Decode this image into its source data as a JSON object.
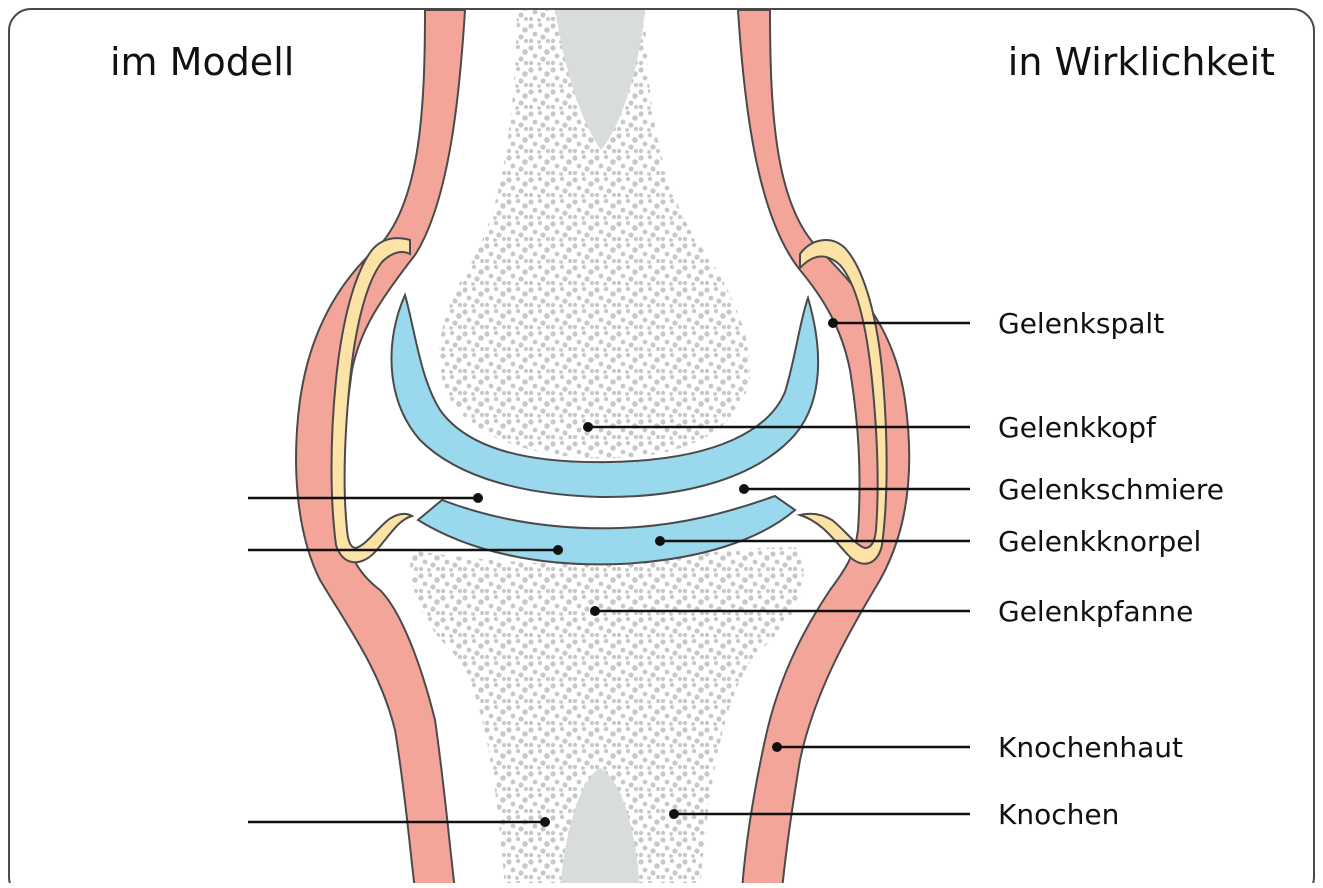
{
  "headings": {
    "model": "im Modell",
    "reality": "in Wirklichkeit"
  },
  "labels": {
    "gelenkspalt": "Gelenkspalt",
    "gelenkkopf": "Gelenkkopf",
    "gelenkschmiere": "Gelenkschmiere",
    "gelenkknorpel": "Gelenkknorpel",
    "gelenkpfanne": "Gelenkpfanne",
    "knochenhaut": "Knochenhaut",
    "knochen": "Knochen"
  },
  "colors": {
    "periosteum": "#f4a59a",
    "synovial_membrane": "#fde2a6",
    "cartilage": "#9ad8ee",
    "spongy_bone_dots": "#c8c8c8",
    "marrow_cavity": "#d9dcdc",
    "outline": "#4a4a4a"
  }
}
